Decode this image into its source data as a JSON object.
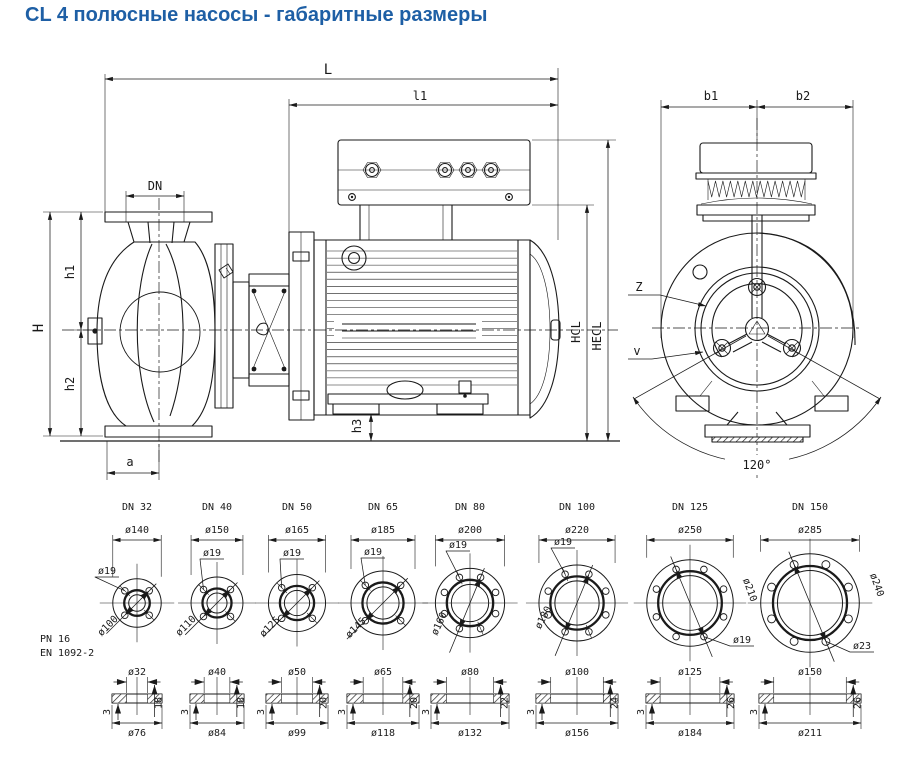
{
  "title": "CL 4 полюсные насосы - габаритные размеры",
  "colors": {
    "title_blue": "#1e5fa5",
    "line": "#1a1a1a"
  },
  "standard": {
    "line1": "PN 16",
    "line2": "EN 1092-2"
  },
  "side_view": {
    "dims": {
      "L": "L",
      "l1": "l1",
      "dn": "DN",
      "H": "H",
      "h1": "h1",
      "h2": "h2",
      "h3": "h3",
      "a": "a",
      "hcl": "HCL",
      "hecl": "HECL"
    }
  },
  "end_view": {
    "dims": {
      "b1": "b1",
      "b2": "b2",
      "z": "Z",
      "v": "v",
      "angle": "120°"
    }
  },
  "flanges": [
    {
      "dn": "DN 32",
      "outer": "ø140",
      "hole": "ø19",
      "pitch": "ø100",
      "bolt_count": 4
    },
    {
      "dn": "DN 40",
      "outer": "ø150",
      "hole": "ø19",
      "pitch": "ø110",
      "bolt_count": 4
    },
    {
      "dn": "DN 50",
      "outer": "ø165",
      "hole": "ø19",
      "pitch": "ø125",
      "bolt_count": 4
    },
    {
      "dn": "DN 65",
      "outer": "ø185",
      "hole": "ø19",
      "pitch": "ø145",
      "bolt_count": 4
    },
    {
      "dn": "DN 80",
      "outer": "ø200",
      "hole": "ø19",
      "pitch": "ø160",
      "bolt_count": 8
    },
    {
      "dn": "DN 100",
      "outer": "ø220",
      "hole": "ø19",
      "pitch": "ø180",
      "bolt_count": 8
    },
    {
      "dn": "DN 125",
      "outer": "ø250",
      "hole": "ø19",
      "pitch": "ø210",
      "bolt_count": 8
    },
    {
      "dn": "DN 150",
      "outer": "ø285",
      "hole": "ø23",
      "pitch": "ø240",
      "bolt_count": 8
    }
  ],
  "sections": [
    {
      "bore": "ø32",
      "outer": "ø76",
      "lip": "3",
      "depth": "18"
    },
    {
      "bore": "ø40",
      "outer": "ø84",
      "lip": "3",
      "depth": "18"
    },
    {
      "bore": "ø50",
      "outer": "ø99",
      "lip": "3",
      "depth": "20"
    },
    {
      "bore": "ø65",
      "outer": "ø118",
      "lip": "3",
      "depth": "20"
    },
    {
      "bore": "ø80",
      "outer": "ø132",
      "lip": "3",
      "depth": "22"
    },
    {
      "bore": "ø100",
      "outer": "ø156",
      "lip": "3",
      "depth": "24"
    },
    {
      "bore": "ø125",
      "outer": "ø184",
      "lip": "3",
      "depth": "26"
    },
    {
      "bore": "ø150",
      "outer": "ø211",
      "lip": "3",
      "depth": "26"
    }
  ]
}
